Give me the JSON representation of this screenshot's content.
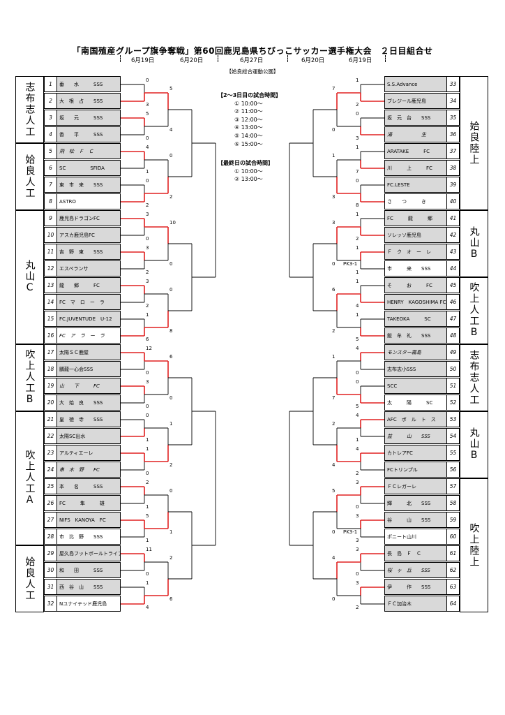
{
  "title": "「南国殖産グループ旗争奪戦」第60回鹿児島県ちびっこサッカー選手権大会　２日目組合せ",
  "dates": [
    "6月19日",
    "6月20日",
    "6月27日",
    "6月20日",
    "6月19日"
  ],
  "venue": "【姶良総合運動公園】",
  "times_2_3": {
    "heading": "【2～3日目の試合時間】",
    "items": [
      "① 10:00～",
      "② 11:00～",
      "③ 12:00～",
      "④ 13:00～",
      "⑤ 14:00～",
      "⑥ 15:00～"
    ]
  },
  "times_final": {
    "heading": "【最終日の試合時間】",
    "items": [
      "① 10:00～",
      "② 13:00～"
    ]
  },
  "left_groups": [
    "志布志人工",
    "姶良人工",
    "丸山C",
    "吹上人工B",
    "吹上人工A",
    "姶良人工"
  ],
  "right_groups": [
    "姶良陸上",
    "丸山B",
    "吹上人工B",
    "志布志人工",
    "丸山B",
    "吹上陸上"
  ],
  "left_teams": [
    {
      "n": "1",
      "name": "垂　　水　　　SSS",
      "score": "0"
    },
    {
      "n": "2",
      "name": "大　根　占　　SSS",
      "score": "3"
    },
    {
      "n": "3",
      "name": "坂　　元　　　SSS",
      "score": "5"
    },
    {
      "n": "4",
      "name": "香　　平　　　SSS",
      "score": "0"
    },
    {
      "n": "5",
      "name": "飛　松　Ｆ　Ｃ",
      "score": "4"
    },
    {
      "n": "6",
      "name": "SC　　　　　SFIDA",
      "score": "1"
    },
    {
      "n": "7",
      "name": "東　市　来　　SSS",
      "score": "0"
    },
    {
      "n": "8",
      "name": "ASTRO",
      "score": "2"
    },
    {
      "n": "9",
      "name": "鹿児島ドラゴンFC",
      "score": "3"
    },
    {
      "n": "10",
      "name": "アスカ鹿児島FC",
      "score": "0"
    },
    {
      "n": "11",
      "name": "吉　野　東　　SSS",
      "score": "3"
    },
    {
      "n": "12",
      "name": "エスペランサ",
      "score": "2"
    },
    {
      "n": "13",
      "name": "龍　　郷　　　FC",
      "score": "3"
    },
    {
      "n": "14",
      "name": "FC　マ　ロ　ー　ラ",
      "score": "2"
    },
    {
      "n": "15",
      "name": "FC.JUVENTUDE　U-12",
      "score": "1"
    },
    {
      "n": "16",
      "name": "FC　ア　ラ　ー　ラ",
      "score": "6"
    },
    {
      "n": "17",
      "name": "太陽ＳＣ鹿屋",
      "score": "12"
    },
    {
      "n": "18",
      "name": "鵬龍一心会SSS",
      "score": "0"
    },
    {
      "n": "19",
      "name": "山　　下　　　FC",
      "score": "3"
    },
    {
      "n": "20",
      "name": "大　始　良　　SSS",
      "score": "0"
    },
    {
      "n": "21",
      "name": "皇　徳　寺　　SSS",
      "score": "0"
    },
    {
      "n": "22",
      "name": "太陽SC出水",
      "score": "1"
    },
    {
      "n": "23",
      "name": "アルティエーレ",
      "score": "1"
    },
    {
      "n": "24",
      "name": "串　木　野　　FC",
      "score": "0"
    },
    {
      "n": "25",
      "name": "本　　名　　　SSS",
      "score": "2"
    },
    {
      "n": "26",
      "name": "FC　　　隼　　　雄",
      "score": "1"
    },
    {
      "n": "27",
      "name": "NIFS　KANOYA　FC",
      "score": "5"
    },
    {
      "n": "28",
      "name": "市　比　野　　SSS",
      "score": "1"
    },
    {
      "n": "29",
      "name": "屋久島フットボールトライブ",
      "score": "11"
    },
    {
      "n": "30",
      "name": "和　　田　　　SSS",
      "score": "0"
    },
    {
      "n": "31",
      "name": "西　谷　山　　SSS",
      "score": "1"
    },
    {
      "n": "32",
      "name": "Nユナイテッド鹿児島",
      "score": "4"
    }
  ],
  "right_teams": [
    {
      "n": "33",
      "name": "S.S.Advance",
      "score": "1"
    },
    {
      "n": "34",
      "name": "ブレジール鹿児島",
      "score": "2"
    },
    {
      "n": "35",
      "name": "坂　元　台　　SSS",
      "score": "0"
    },
    {
      "n": "36",
      "name": "湯　　　　　　生",
      "score": "3"
    },
    {
      "n": "37",
      "name": "ARATAKE　　　FC",
      "score": "1"
    },
    {
      "n": "38",
      "name": "川　　　上　　　FC",
      "score": "7"
    },
    {
      "n": "39",
      "name": "FC.LESTE",
      "score": "0"
    },
    {
      "n": "40",
      "name": "さ　　つ　　　き",
      "score": "8"
    },
    {
      "n": "41",
      "name": "FC　　　龍　　　郷",
      "score": "1"
    },
    {
      "n": "42",
      "name": "ソレッソ鹿児島",
      "score": "2"
    },
    {
      "n": "43",
      "name": "Ｆ　ク　オ　ー　レ",
      "score": "1"
    },
    {
      "n": "44",
      "name": "市　　　来　　SSS",
      "score": "1"
    },
    {
      "n": "45",
      "name": "そ　　　お　　　FC",
      "score": "1"
    },
    {
      "n": "46",
      "name": "HENRY　KAGOSHIMA FC",
      "score": "4"
    },
    {
      "n": "47",
      "name": "TAKEOKA　　　SC",
      "score": "1"
    },
    {
      "n": "48",
      "name": "飯　牟　礼　　SSS",
      "score": "5"
    },
    {
      "n": "49",
      "name": "モンスター霧島",
      "score": "4"
    },
    {
      "n": "50",
      "name": "志布志小SSS",
      "score": "0"
    },
    {
      "n": "51",
      "name": "SCC",
      "score": "0"
    },
    {
      "n": "52",
      "name": "太　　　陽　　　SC",
      "score": "5"
    },
    {
      "n": "53",
      "name": "AFC　ボ　ル　ト　ス",
      "score": "4"
    },
    {
      "n": "54",
      "name": "益　　　山　　SSS",
      "score": "1"
    },
    {
      "n": "55",
      "name": "カトレアFC",
      "score": "4"
    },
    {
      "n": "56",
      "name": "FCトリンプル",
      "score": "2"
    },
    {
      "n": "57",
      "name": "ＦＣレガーレ",
      "score": "3"
    },
    {
      "n": "58",
      "name": "輝　　　北　　SSS",
      "score": "0"
    },
    {
      "n": "59",
      "name": "谷　　　山　　SSS",
      "score": "3"
    },
    {
      "n": "60",
      "name": "ポニート山川",
      "score": "3"
    },
    {
      "n": "61",
      "name": "長　島　Ｆ　Ｃ",
      "score": "3"
    },
    {
      "n": "62",
      "name": "桜　ヶ　丘　　SSS",
      "score": "0"
    },
    {
      "n": "63",
      "name": "伊　　　作　　SSS",
      "score": "3"
    },
    {
      "n": "64",
      "name": "ＦＣ加治木",
      "score": "2"
    }
  ],
  "left_r2_scores": [
    "5",
    "4",
    "0",
    "2",
    "10",
    "0",
    "0",
    "8",
    "6",
    "0",
    "1",
    "2",
    "0",
    "1",
    "2",
    "6"
  ],
  "right_r2_scores": [
    "7",
    "0",
    "1",
    "3",
    "3",
    "0",
    "6",
    "2",
    "1",
    "7",
    "2",
    "4",
    "5",
    "0",
    "4",
    "0"
  ],
  "pk_labels": [
    "PK3-1",
    "PK3-1"
  ]
}
